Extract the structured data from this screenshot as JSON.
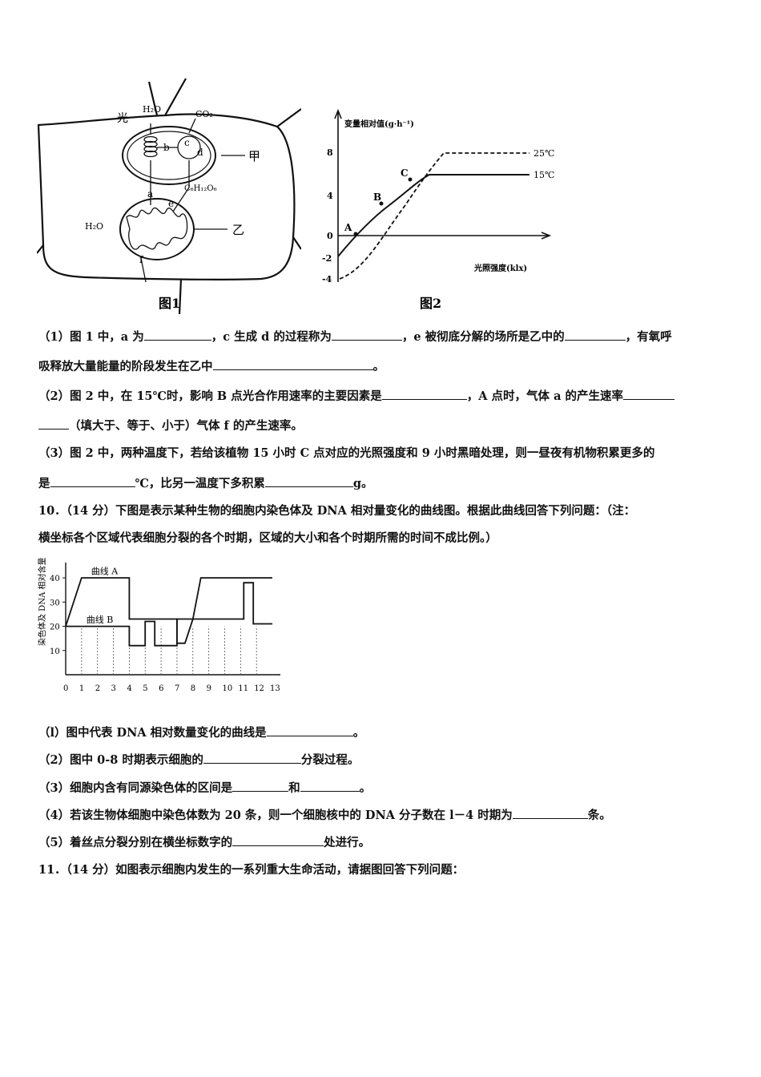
{
  "figure1": {
    "caption": "图1",
    "labels": {
      "light": "光",
      "h2o_top": "H₂O",
      "co2": "CO₂",
      "b": "b",
      "c": "c",
      "d": "d",
      "jia": "甲",
      "a": "a",
      "c6h12o6": "C₆H₁₂O₆",
      "e": "e",
      "h2o_left": "H₂O",
      "yi": "乙",
      "f": "f"
    }
  },
  "figure2": {
    "caption": "图2",
    "ylabel": "变量相对值(g·h⁻¹)",
    "xlabel": "光照强度(klx)",
    "yticks": [
      "8",
      "4",
      "0",
      "-2",
      "-4"
    ],
    "point_labels": [
      "A",
      "B",
      "C"
    ],
    "series": [
      {
        "name": "25℃"
      },
      {
        "name": "15℃"
      }
    ]
  },
  "q9": {
    "l1_a": "（1）图 1 中，a 为",
    "l1_b": "，c 生成 d 的过程称为",
    "l1_c": "，e 被彻底分解的场所是乙中的",
    "l1_d": "，有氧呼",
    "l2_a": "吸释放大量能量的阶段发生在乙中",
    "l2_b": "。",
    "l3_a": "（2）图 2 中，在 15℃时，影响 B 点光合作用速率的主要因素是",
    "l3_b": "，A 点时，气体 a 的产生速率",
    "l4_b": "（填大于、等于、小于）气体 f 的产生速率。",
    "l5_a": "（3）图 2 中，两种温度下，若给该植物 15 小时 C 点对应的光照强度和 9 小时黑暗处理，则一昼夜有机物积累更多的",
    "l6_a": "是",
    "l6_b": "℃，比另一温度下多积累",
    "l6_c": "g。"
  },
  "q10": {
    "head1": "10．（14 分）下图是表示某种生物的细胞内染色体及 DNA 相对量变化的曲线图。根据此曲线回答下列问题：（注：",
    "head2": "横坐标各个区域代表细胞分裂的各个时期，区域的大小和各个时期所需的时间不成比例。）",
    "q1_a": "（l）图中代表 DNA 相对数量变化的曲线是",
    "q1_b": "。",
    "q2_a": "（2）图中 0-8 时期表示细胞的",
    "q2_b": "分裂过程。",
    "q3_a": "（3）细胞内含有同源染色体的区间是",
    "q3_b": "和",
    "q3_c": "。",
    "q4_a": "（4）若该生物体细胞中染色体数为 20 条，则一个细胞核中的 DNA 分子数在 l－4 时期为",
    "q4_b": "条。",
    "q5_a": "（5）着丝点分裂分别在横坐标数字的",
    "q5_b": "处进行。"
  },
  "q11": {
    "head": "11．（14 分）如图表示细胞内发生的一系列重大生命活动，请据图回答下列问题："
  },
  "chart_data": {
    "type": "line",
    "ylabel": "染色体及 DNA 相对含量",
    "yticks": [
      10,
      20,
      30,
      40
    ],
    "ylim": [
      0,
      45
    ],
    "x_ticks": [
      0,
      1,
      2,
      3,
      4,
      5,
      6,
      7,
      8,
      9,
      10,
      11,
      12,
      13
    ],
    "series": [
      {
        "name": "曲线 A",
        "points": [
          [
            0,
            20
          ],
          [
            1,
            40
          ],
          [
            4,
            40
          ],
          [
            4,
            23
          ],
          [
            7,
            23
          ],
          [
            7,
            13
          ],
          [
            7.5,
            13
          ],
          [
            8,
            23
          ],
          [
            8.5,
            40
          ],
          [
            13,
            40
          ]
        ]
      },
      {
        "name": "曲线 B",
        "points": [
          [
            0,
            20
          ],
          [
            4,
            20
          ],
          [
            4,
            12
          ],
          [
            5,
            12
          ],
          [
            5,
            22
          ],
          [
            5.6,
            22
          ],
          [
            5.6,
            12
          ],
          [
            7,
            12
          ],
          [
            7,
            23
          ],
          [
            11.2,
            23
          ],
          [
            11.2,
            38
          ],
          [
            11.8,
            38
          ],
          [
            11.8,
            21
          ],
          [
            13,
            21
          ]
        ]
      }
    ]
  }
}
